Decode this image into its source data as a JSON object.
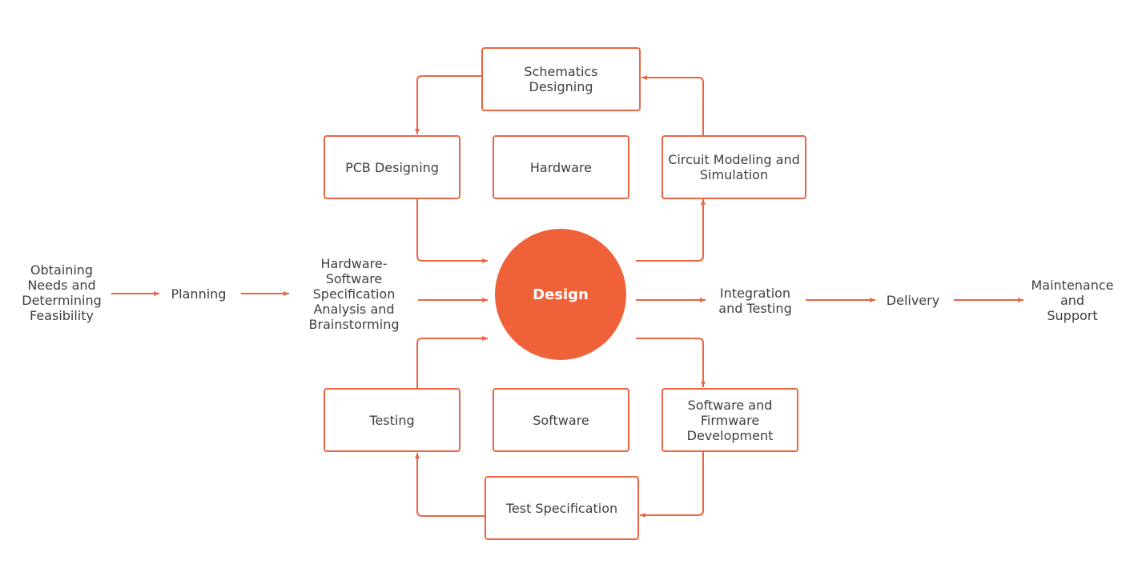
{
  "colors": {
    "accent": "#ea6544",
    "circle": "#ef6239",
    "text": "#3f3f3f"
  },
  "center": "Design",
  "flow": {
    "obtaining": "Obtaining\nNeeds and\nDetermining\nFeasibility",
    "planning": "Planning",
    "hw_sw_spec": "Hardware-\nSoftware\nSpecification\nAnalysis and\nBrainstorming",
    "integration": "Integration\nand Testing",
    "delivery": "Delivery",
    "maintenance": "Maintenance\nand\nSupport"
  },
  "hardware_cycle": {
    "group_label": "Hardware",
    "schematics": "Schematics\nDesigning",
    "pcb": "PCB Designing",
    "circuit": "Circuit Modeling and\nSimulation"
  },
  "software_cycle": {
    "group_label": "Software",
    "testing": "Testing",
    "sw_firmware": "Software and\nFirmware\nDevelopment",
    "test_spec": "Test Specification"
  }
}
